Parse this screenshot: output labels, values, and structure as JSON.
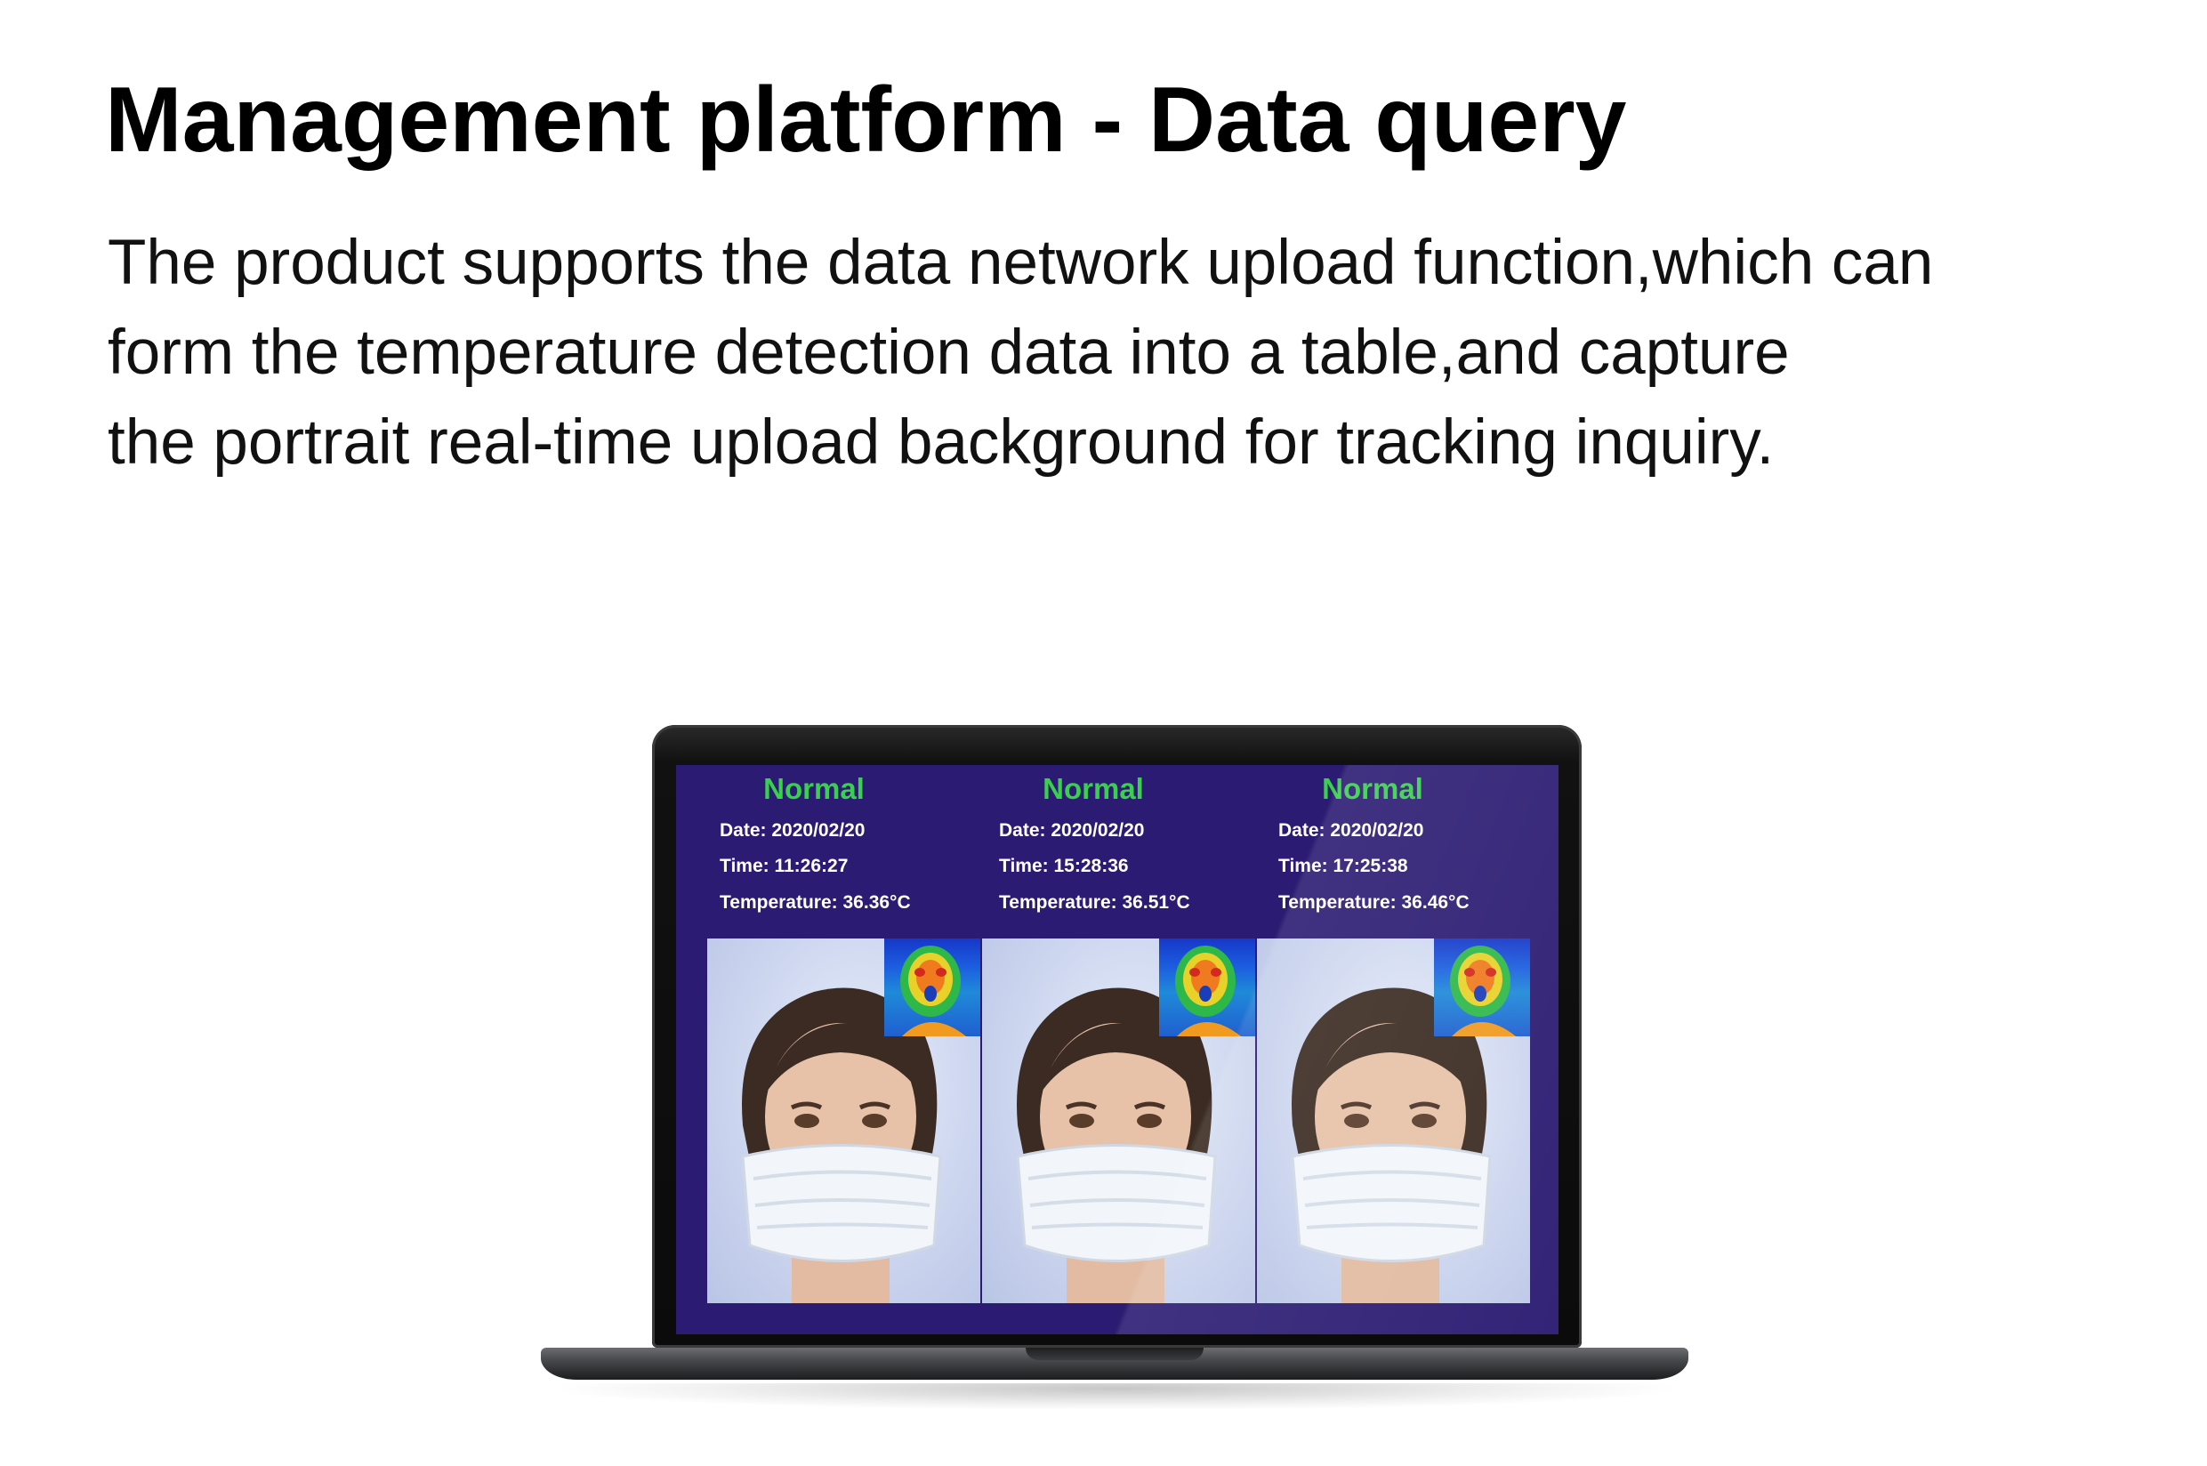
{
  "page": {
    "title": "Management platform - Data query",
    "description_lines": [
      "The product supports the data network upload function,which can",
      "form the temperature detection data into a table,and capture",
      "the portrait real-time upload background  for tracking inquiry."
    ]
  },
  "screen": {
    "records": [
      {
        "status": "Normal",
        "date_label": "Date:",
        "date": "2020/02/20",
        "time_label": "Time:",
        "time": "11:26:27",
        "temperature_label": "Temperature:",
        "temperature": "36.36°C"
      },
      {
        "status": "Normal",
        "date_label": "Date:",
        "date": "2020/02/20",
        "time_label": "Time:",
        "time": "15:28:36",
        "temperature_label": "Temperature:",
        "temperature": "36.51°C"
      },
      {
        "status": "Normal",
        "date_label": "Date:",
        "date": "2020/02/20",
        "time_label": "Time:",
        "time": "17:25:38",
        "temperature_label": "Temperature:",
        "temperature": "36.46°C"
      }
    ]
  },
  "colors": {
    "screen_background": "#2b1b72",
    "status_normal": "#39d04d",
    "record_text": "#ffffff"
  },
  "icons": {
    "portrait": "masked-face-photo",
    "thermal": "thermal-image"
  }
}
